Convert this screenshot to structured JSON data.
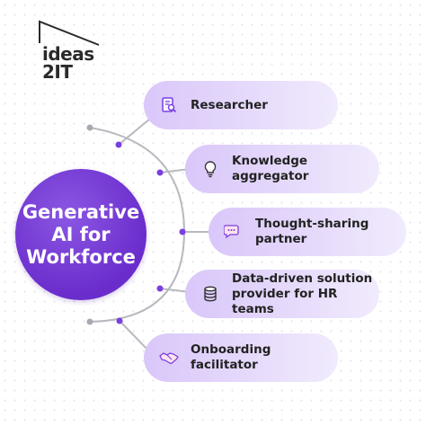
{
  "logo": {
    "line1": "ideas",
    "line2": "2IT"
  },
  "center": {
    "line1": "Generative",
    "line2": "AI for",
    "line3": "Workforce"
  },
  "items": [
    {
      "label": "Researcher",
      "icon": "document-search-icon"
    },
    {
      "label": "Knowledge\naggregator",
      "icon": "lightbulb-icon"
    },
    {
      "label": "Thought-sharing\npartner",
      "icon": "chat-bubbles-icon"
    },
    {
      "label": "Data-driven solution\nprovider for HR teams",
      "icon": "database-icon"
    },
    {
      "label": "Onboarding\nfacilitator",
      "icon": "handshake-icon"
    }
  ],
  "colors": {
    "accent": "#7b3fe0",
    "line": "#b8b8c0",
    "card_start": "#d9c7fa",
    "card_end": "#f1ebfd"
  }
}
